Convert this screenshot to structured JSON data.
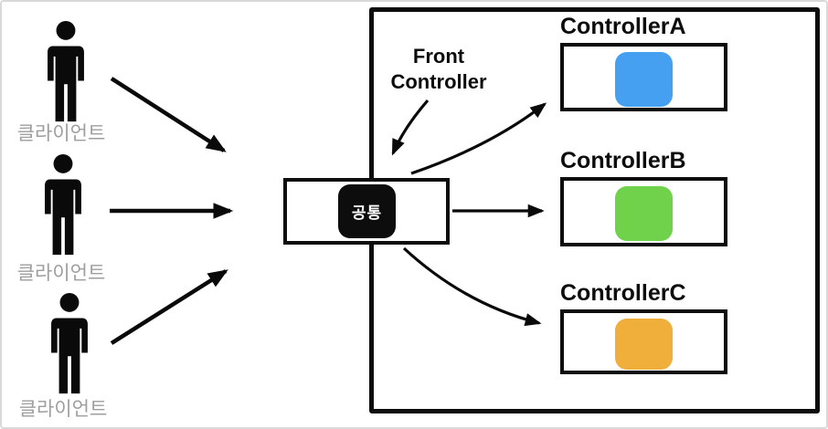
{
  "diagram": {
    "clients": [
      {
        "label": "클라이언트"
      },
      {
        "label": "클라이언트"
      },
      {
        "label": "클라이언트"
      }
    ],
    "front_controller": {
      "annotation": "Front Controller",
      "box_label": "공통"
    },
    "controllers": [
      {
        "label": "ControllerA",
        "color": "#45a0f1"
      },
      {
        "label": "ControllerB",
        "color": "#70d14a"
      },
      {
        "label": "ControllerC",
        "color": "#f0af3b"
      }
    ],
    "colors": {
      "line_black": "#0a0a0a",
      "client_label_gray": "#9e9e9e",
      "blue": "#45a0f1",
      "green": "#70d14a",
      "orange": "#f0af3b"
    }
  }
}
